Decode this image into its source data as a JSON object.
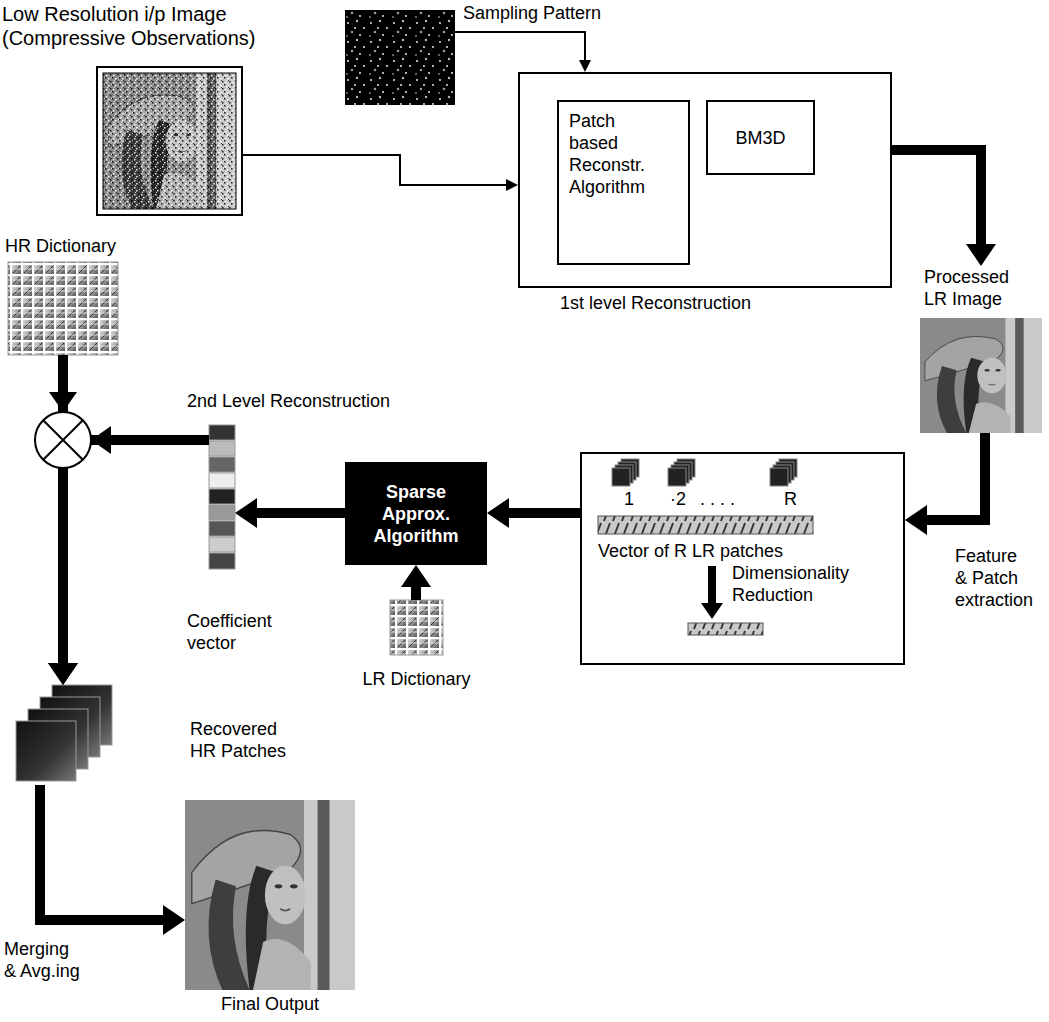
{
  "diagram": {
    "nodes": [
      {
        "text": [
          "Low Resolution i/p Image (Compressive Observations)"
        ]
      },
      {
        "text": [
          "Sampling Pattern"
        ]
      },
      {
        "text": [
          "1st level Reconstruction"
        ]
      },
      {
        "text": [
          "Patch based Reconstr. Algorithm"
        ],
        "in": 2
      },
      {
        "text": [
          "BM3D"
        ],
        "in": 2
      },
      {
        "text": [
          "Processed LR Image"
        ]
      },
      {
        "text": [
          "1",
          "·2",
          ". . . .",
          "R",
          "Vector of R LR patches",
          "Dimensionality Reduction"
        ]
      },
      {
        "text": [
          "Sparse Approx. Algorithm"
        ]
      },
      {
        "text": [
          "LR Dictionary"
        ]
      },
      {
        "text": [
          "Coefficient vector"
        ]
      },
      {
        "text": [
          "HR Dictionary"
        ]
      },
      {
        "text": [
          "Recovered HR Patches"
        ]
      },
      {
        "text": [
          "Final Output"
        ]
      }
    ],
    "edges": [
      {
        "from": 0,
        "to": 2,
        "arrow": "to"
      },
      {
        "from": 1,
        "to": 2,
        "arrow": "to"
      },
      {
        "from": 2,
        "to": 5,
        "arrow": "to"
      },
      {
        "from": 5,
        "to": 6,
        "arrow": "to"
      },
      {
        "from": 6,
        "to": 7,
        "arrow": "to"
      },
      {
        "from": 8,
        "to": 7,
        "arrow": "to"
      },
      {
        "from": 7,
        "to": 9,
        "arrow": "to"
      },
      {
        "from": 10,
        "to": 11,
        "arrow": "to"
      },
      {
        "from": 9,
        "to": 11,
        "arrow": "to"
      },
      {
        "from": 11,
        "to": 12,
        "arrow": "to"
      }
    ],
    "labels": [
      "2nd Level Reconstruction",
      "Feature & Patch extraction",
      "Merging & Avg.ing"
    ]
  }
}
